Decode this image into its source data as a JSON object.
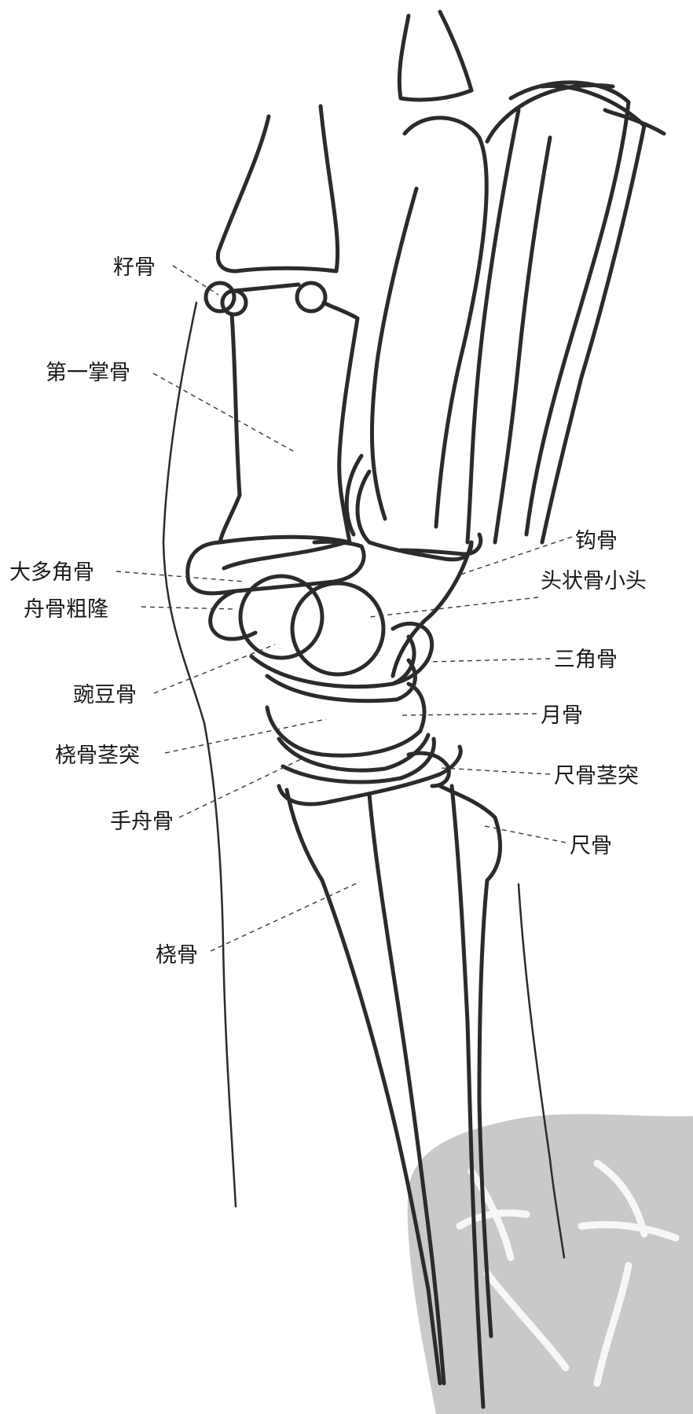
{
  "labels": {
    "sesamoid": "籽骨",
    "first_metacarpal": "第一掌骨",
    "trapezium": "大多角骨",
    "scaphoid_tubercle": "舟骨粗隆",
    "pisiform": "豌豆骨",
    "radial_styloid": "桡骨茎突",
    "scaphoid": "手舟骨",
    "radius": "桡骨",
    "hamate": "钩骨",
    "capitate_head": "头状骨小头",
    "triquetrum": "三角骨",
    "lunate": "月骨",
    "ulnar_styloid": "尺骨茎突",
    "ulna": "尺骨"
  }
}
